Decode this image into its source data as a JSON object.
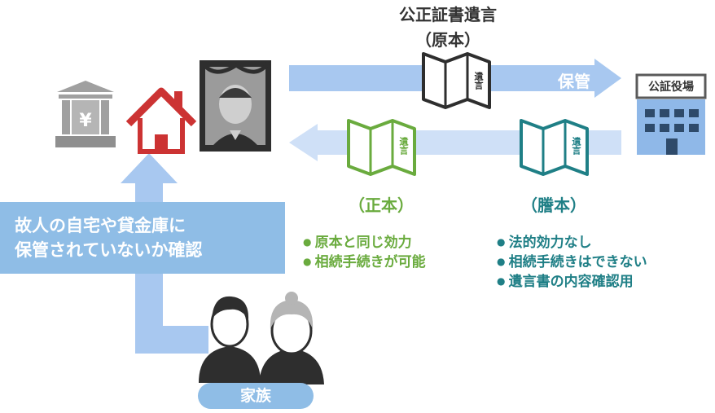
{
  "original": {
    "title_line1": "公正証書遺言",
    "title_line2": "（原本）",
    "doc_text": "遺言"
  },
  "hokan_label": "保管",
  "office_sign": "公証役場",
  "bank_symbol": "¥",
  "copies": [
    {
      "label": "（正本）",
      "doc_text": "遺言",
      "bullets": [
        "原本と同じ効力",
        "相続手続きが可能"
      ]
    },
    {
      "label": "（謄本）",
      "doc_text": "遺言",
      "bullets": [
        "法的効力なし",
        "相続手続きはできない",
        "遺言書の内容確認用"
      ]
    }
  ],
  "confirm_box": {
    "line1": "故人の自宅や貸金庫に",
    "line2": "保管されていないか確認"
  },
  "family_label": "家族",
  "colors": {
    "blue_arrow": "#a8c8f0",
    "blue_box": "#8fbde6",
    "green": "#6aab3e",
    "teal": "#1f7f86",
    "gray": "#8a8a8a",
    "red": "#cc3333"
  }
}
